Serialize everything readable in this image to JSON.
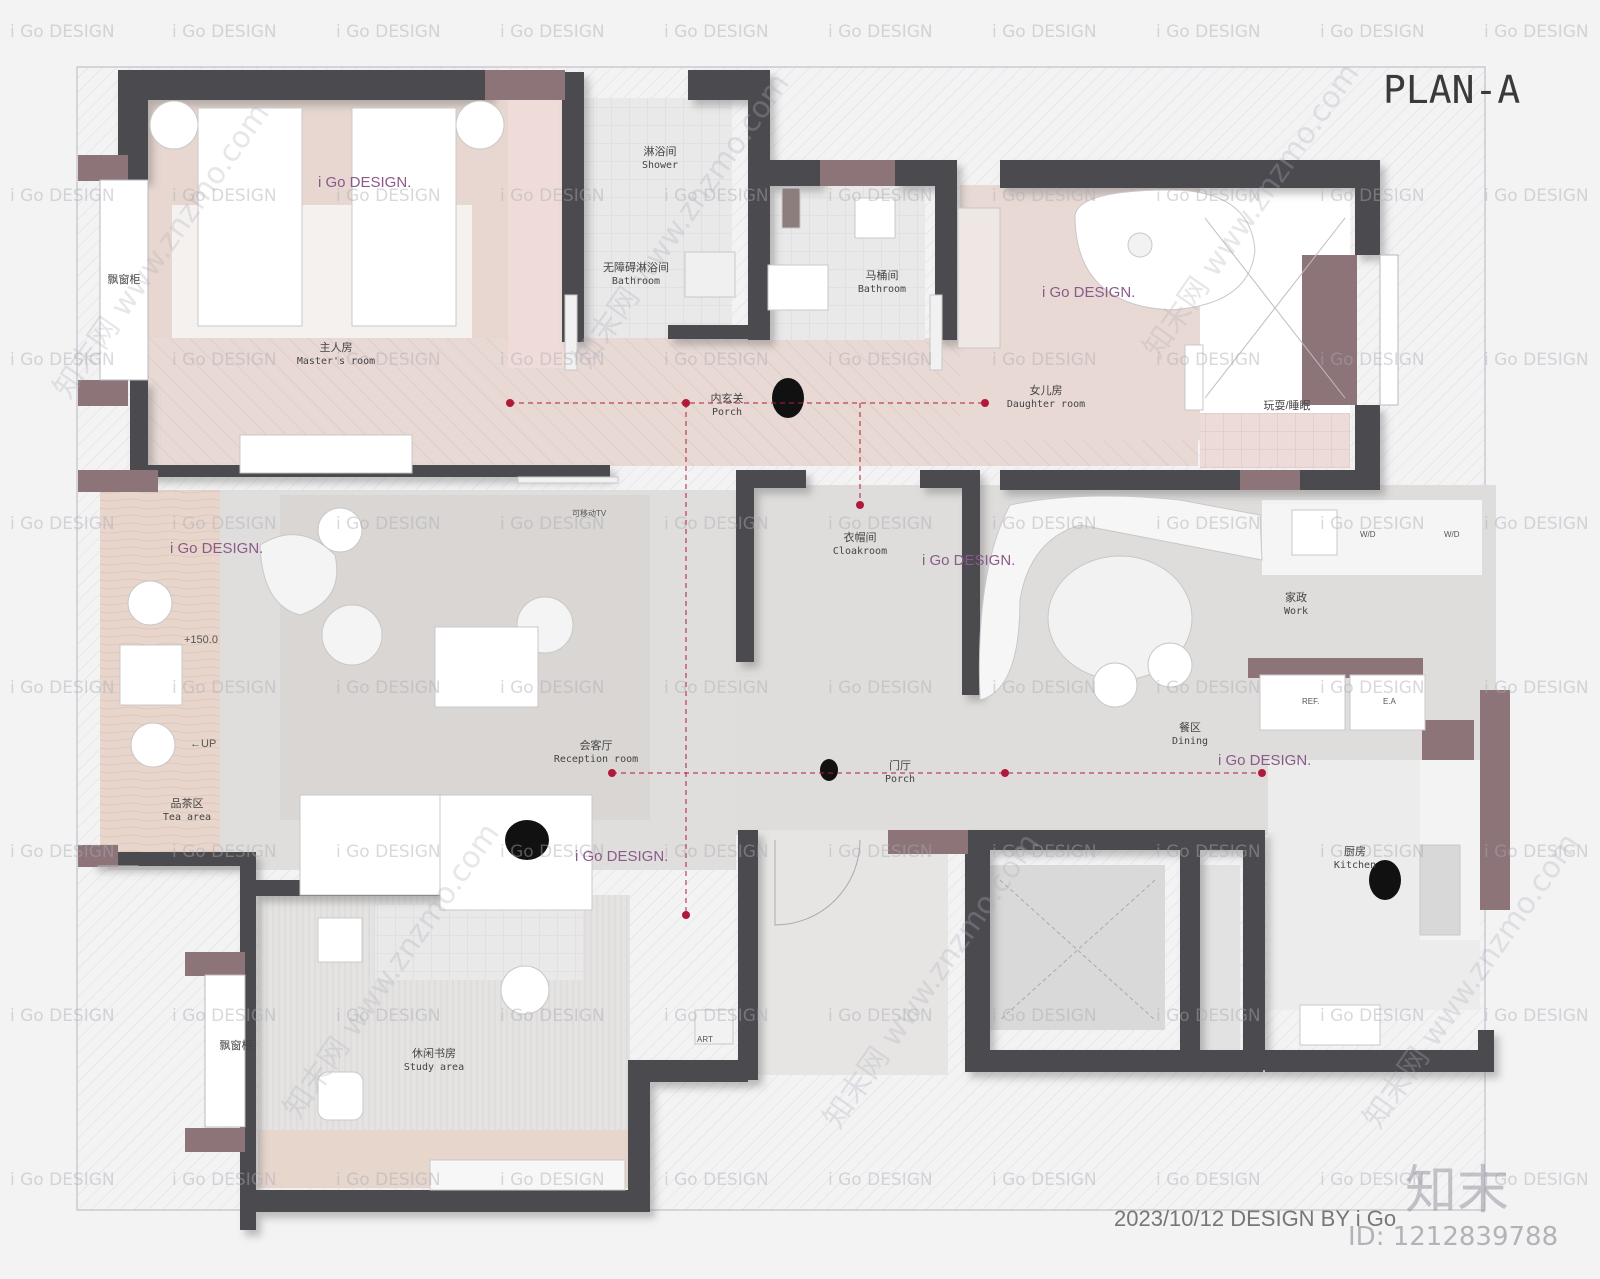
{
  "title": "PLAN-A",
  "footer": {
    "date_credit": "2023/10/12 DESIGN BY i Go"
  },
  "watermarks": {
    "grid_text": "i Go DESIGN",
    "diagonal_text": "知末网 www.znzmo.com",
    "logo": "知末",
    "id": "ID: 1212839788"
  },
  "brand_marks": {
    "text": "i Go DESIGN."
  },
  "rooms": {
    "master": {
      "zh": "主人房",
      "en": "Master's room"
    },
    "shower": {
      "zh": "淋浴间",
      "en": "Shower"
    },
    "barrier_free": {
      "zh": "无障碍淋浴间",
      "en": "Bathroom"
    },
    "toilet": {
      "zh": "马桶间",
      "en": "Bathroom"
    },
    "daughter": {
      "zh": "女儿房",
      "en": "Daughter room"
    },
    "play_sleep": {
      "zh": "玩耍/睡眠",
      "en": ""
    },
    "inner_porch": {
      "zh": "内玄关",
      "en": "Porch"
    },
    "bay_window_1": {
      "zh": "飘窗柜",
      "en": ""
    },
    "bay_window_2": {
      "zh": "飘窗柜",
      "en": ""
    },
    "tea": {
      "zh": "品茶区",
      "en": "Tea area"
    },
    "reception": {
      "zh": "会客厅",
      "en": "Reception room"
    },
    "cloakroom": {
      "zh": "衣帽间",
      "en": "Cloakroom"
    },
    "work": {
      "zh": "家政",
      "en": "Work"
    },
    "dining": {
      "zh": "餐区",
      "en": "Dining"
    },
    "entry_porch": {
      "zh": "门厅",
      "en": "Porch"
    },
    "kitchen": {
      "zh": "厨房",
      "en": "Kitchen"
    },
    "study": {
      "zh": "休闲书房",
      "en": "Study area"
    }
  },
  "annotations": {
    "elevation": "+150.0",
    "up": "←UP",
    "movable_tv": "可移动TV",
    "ref": "REF.",
    "ea": "E.A",
    "wd1": "W/D",
    "wd2": "W/D",
    "art": "ART"
  },
  "colors": {
    "wall": "#4b4b4f",
    "wall_shadow": "#9a8f93",
    "mauve": "#8c7479",
    "wood": "#e9dcd6",
    "pink_floor": "#ecd9d6",
    "concrete": "#dedcda",
    "tile": "#e7e7e7",
    "axis": "#b01a3a",
    "brand": "#8a5a8a"
  }
}
